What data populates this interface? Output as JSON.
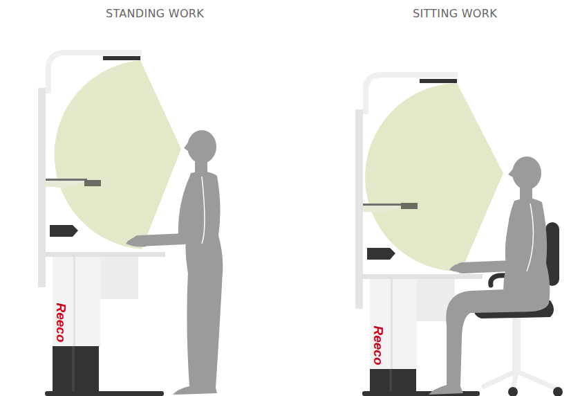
{
  "diagram": {
    "labels": [
      "STANDING WORK",
      "SITTING WORK",
      "Reeco",
      "Reeco"
    ]
  }
}
